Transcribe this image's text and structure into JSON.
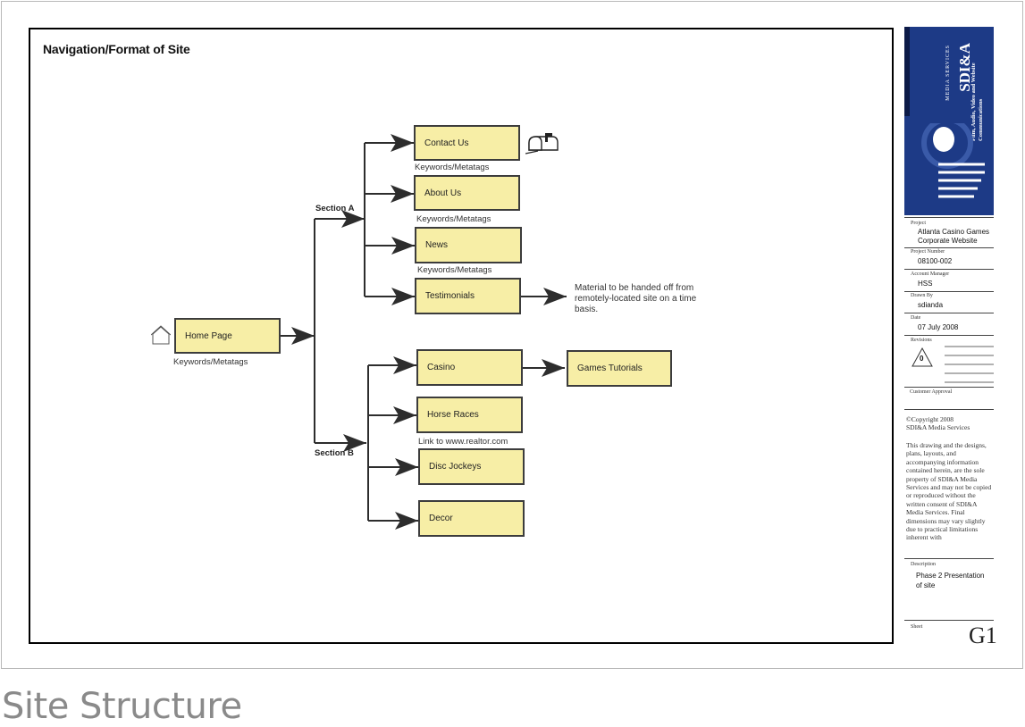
{
  "diagram": {
    "title": "Navigation/Format of Site",
    "home": {
      "label": "Home Page",
      "note": "Keywords/Metatags"
    },
    "section_a": {
      "label": "Section A",
      "pages": [
        {
          "label": "Contact Us",
          "note": "Keywords/Metatags"
        },
        {
          "label": "About Us",
          "note": "Keywords/Metatags"
        },
        {
          "label": "News",
          "note": "Keywords/Metatags"
        },
        {
          "label": "Testimonials",
          "note": ""
        }
      ],
      "testimonials_note": "Material to be handed off from remotely-located site on a time basis."
    },
    "section_b": {
      "label": "Section B",
      "pages": [
        {
          "label": "Casino",
          "note": ""
        },
        {
          "label": "Horse Races",
          "note": "Link to www.realtor.com"
        },
        {
          "label": "Disc Jockeys",
          "note": ""
        },
        {
          "label": "Decor",
          "note": ""
        }
      ],
      "casino_child": "Games Tutorials"
    },
    "icons": {
      "home": "house-icon",
      "contact": "mailbox-icon"
    }
  },
  "title_block": {
    "logo": {
      "brand": "SDI&A",
      "sub": "MEDIA SERVICES",
      "tagline": "Film, Audio, Video and Website Communications"
    },
    "project_label": "Project",
    "project_value": "Atlanta Casino Games Corporate Website",
    "project_number_label": "Project Number",
    "project_number_value": "08100-002",
    "account_manager_label": "Account Manager",
    "account_manager_value": "HSS",
    "drawn_by_label": "Drawn By",
    "drawn_by_value": "sdianda",
    "date_label": "Date",
    "date_value": "07 July 2008",
    "revisions_label": "Revisions",
    "revision_number": "0",
    "customer_approval_label": "Customer Approval",
    "copyright": "©Copyright 2008\n SDI&A Media Services",
    "disclaimer": "This drawing and the designs, plans, layouts, and accompanying information contained herein, are the sole property of SDI&A Media Services and may not be copied or reproduced without the written consent of SDI&A Media Services. Final dimensions may vary slightly due to practical limitations inherent with",
    "description_label": "Description",
    "description_value": "Phase 2 Presentation of site",
    "sheet_label": "Sheet",
    "sheet_value": "G1"
  },
  "colors": {
    "box_fill": "#f7eea6",
    "box_border": "#3c3c3c",
    "logo_bg": "#1d3a86",
    "footer_text": "#8a8a8a"
  },
  "footer": {
    "title": "Site Structure"
  }
}
